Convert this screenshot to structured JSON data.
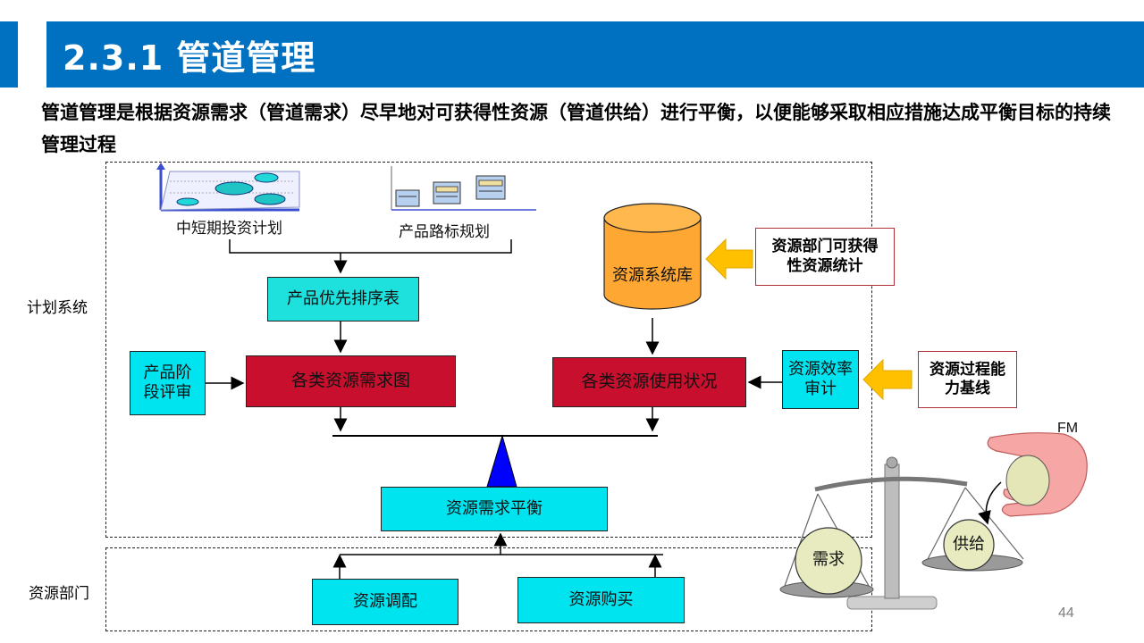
{
  "header": {
    "title": "2.3.1 管道管理"
  },
  "subtitle": "管道管理是根据资源需求（管道需求）尽早地对可获得性资源（管道供给）进行平衡，以便能够采取相应措施达成平衡目标的持续管理过程",
  "regions": {
    "plan_label": "计划系统",
    "resource_label": "资源部门"
  },
  "inputs": {
    "midterm_plan": "中短期投资计划",
    "roadmap_plan": "产品路标规划"
  },
  "boxes": {
    "priority_table": "产品优先排序表",
    "stage_review": "产品阶段评审",
    "demand_chart": "各类资源需求图",
    "usage_status": "各类资源使用状况",
    "efficiency_audit": "资源效率审计",
    "balance": "资源需求平衡",
    "allocation": "资源调配",
    "purchase": "资源购买"
  },
  "database": {
    "label": "资源系统库",
    "color": "#ffa733"
  },
  "external": {
    "available_stats": "资源部门可获得性资源统计",
    "capability_baseline": "资源过程能力基线"
  },
  "scale": {
    "demand": "需求",
    "supply": "供给",
    "hand_label": "FM"
  },
  "colors": {
    "accent": "#0070c0",
    "cyan": "#00e4f0",
    "red": "#c8102e",
    "arrow_orange": "#ffc000",
    "fulcrum": "#0000ff"
  },
  "page_number": "44"
}
